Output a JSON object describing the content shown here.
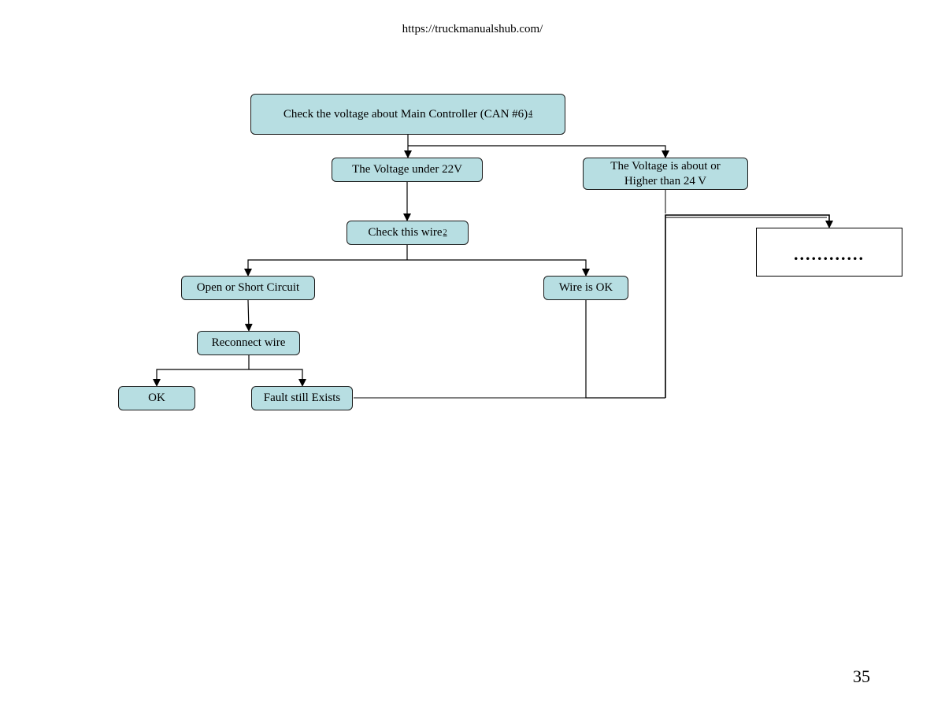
{
  "header": {
    "url": "https://truckmanualshub.com/"
  },
  "flowchart": {
    "check_voltage": {
      "label": "Check the voltage about Main Controller (CAN #6)",
      "ref": "4"
    },
    "voltage_under": {
      "label": "The Voltage under 22V"
    },
    "voltage_higher": {
      "label_line1": "The Voltage is about or",
      "label_line2": "Higher than 24 V"
    },
    "check_wire": {
      "label": "Check this wire",
      "ref": "2"
    },
    "open_short": {
      "label": "Open or Short Circuit"
    },
    "wire_ok": {
      "label": "Wire is OK"
    },
    "reconnect": {
      "label": "Reconnect wire"
    },
    "ok": {
      "label": "OK"
    },
    "fault_exists": {
      "label": "Fault still Exists"
    },
    "result_placeholder": {
      "label": "............"
    }
  },
  "colors": {
    "node_fill": "#b7dee2",
    "node_border": "#1a1a1a",
    "connector": "#000000"
  },
  "footer": {
    "page_number": "35"
  }
}
